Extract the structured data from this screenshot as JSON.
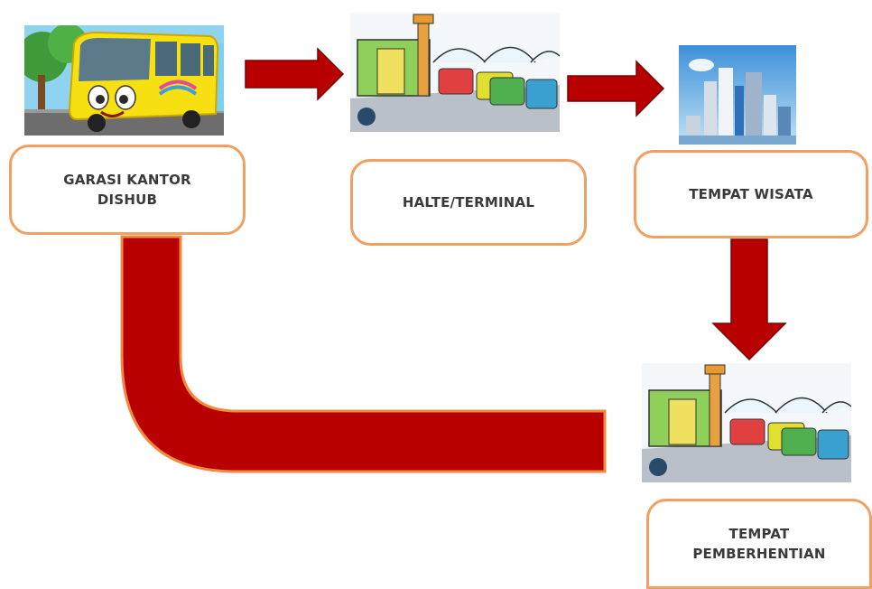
{
  "diagram": {
    "nodes": [
      {
        "id": "garage",
        "label_line1": "GARASI KANTOR",
        "label_line2": "DISHUB"
      },
      {
        "id": "terminal",
        "label": "HALTE/TERMINAL"
      },
      {
        "id": "tourism",
        "label": "TEMPAT WISATA"
      },
      {
        "id": "stop",
        "label_line1": "TEMPAT",
        "label_line2": "PEMBERHENTIAN"
      }
    ],
    "colors": {
      "box_border": "#f0a060",
      "arrow": "#b80000",
      "arrow_shadow": "#7a0000",
      "bus_yellow": "#f7e012"
    },
    "icons": [
      "yellow-bus-icon",
      "bus-terminal-icon",
      "city-skyline-icon",
      "bus-terminal-icon"
    ]
  }
}
